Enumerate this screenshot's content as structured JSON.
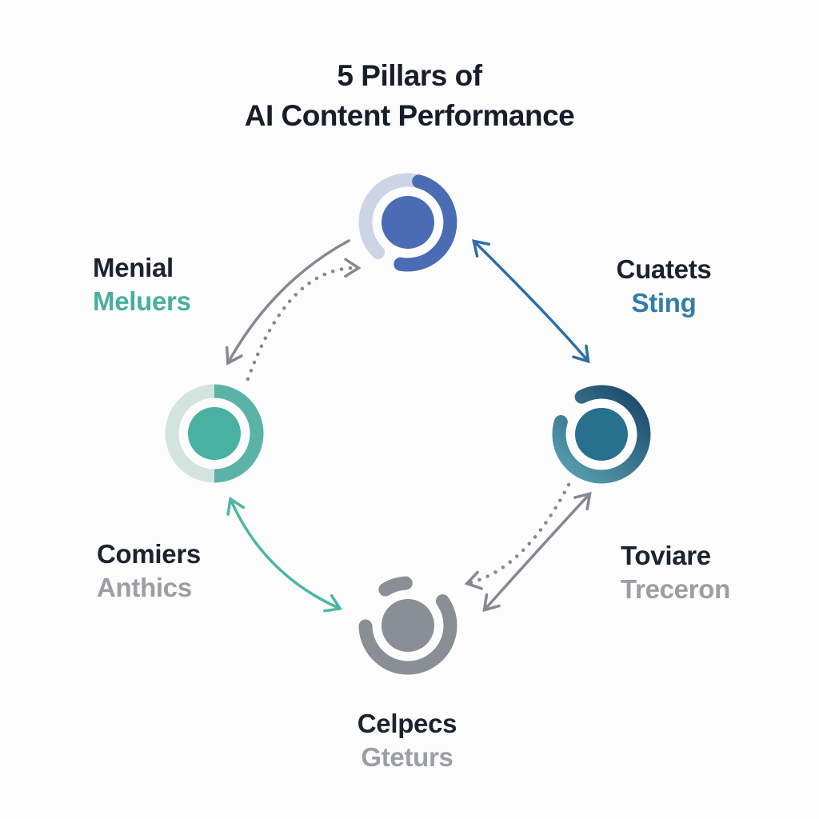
{
  "background": "#fcfcfd",
  "title": {
    "line1": "5 Pillars of",
    "line2": "AI Content Performance",
    "color": "#171d29"
  },
  "labels": [
    {
      "id": "top-left",
      "line1": "Menial",
      "line2": "Meluers",
      "line2_color": "#49ae9d"
    },
    {
      "id": "top-right",
      "line1": "Cuatets",
      "line2": "Sting",
      "line2_color": "#337da4"
    },
    {
      "id": "bottom-left",
      "line1": "Comiers",
      "line2": "Anthics",
      "line2_color": "#9b9ea3"
    },
    {
      "id": "bottom-right",
      "line1": "Toviare",
      "line2": "Treceron",
      "line2_color": "#9b9ea3"
    },
    {
      "id": "bottom",
      "line1": "Celpecs",
      "line2": "Gteturs",
      "line2_color": "#9b9ea3"
    }
  ],
  "diagram": {
    "nodes": [
      {
        "position": "top",
        "inner_color": "#4a6cb5",
        "ring_main": "#4a6cb5",
        "ring_track": "#ccd4e6"
      },
      {
        "position": "right",
        "inner_color": "#27718f",
        "ring_start": "#1d4b6d",
        "ring_end": "#5ba4b3"
      },
      {
        "position": "bottom",
        "inner_color": "#8a8e95",
        "ring_main": "#8a8e95"
      },
      {
        "position": "left",
        "inner_color": "#48b1a1",
        "ring_main": "#5ab3a6",
        "ring_track": "#d3e4df"
      }
    ],
    "arrow_colors": {
      "gray": "#85898f",
      "blue": "#2f6ea5",
      "teal": "#4db6a4"
    },
    "arrows": [
      {
        "id": "top-to-left",
        "style": "solid",
        "heads": "single",
        "color": "#85898f"
      },
      {
        "id": "left-to-top",
        "style": "dotted",
        "heads": "single",
        "color": "#85898f"
      },
      {
        "id": "top-right-bidirect",
        "style": "solid",
        "heads": "double",
        "color": "#2f6ea5"
      },
      {
        "id": "right-bottom-bidirect",
        "style": "solid",
        "heads": "double",
        "color": "#85898f"
      },
      {
        "id": "right-to-bottom",
        "style": "dotted",
        "heads": "single",
        "color": "#85898f"
      },
      {
        "id": "left-bottom-bidirect",
        "style": "solid",
        "heads": "double",
        "color": "#4db6a4"
      }
    ]
  }
}
